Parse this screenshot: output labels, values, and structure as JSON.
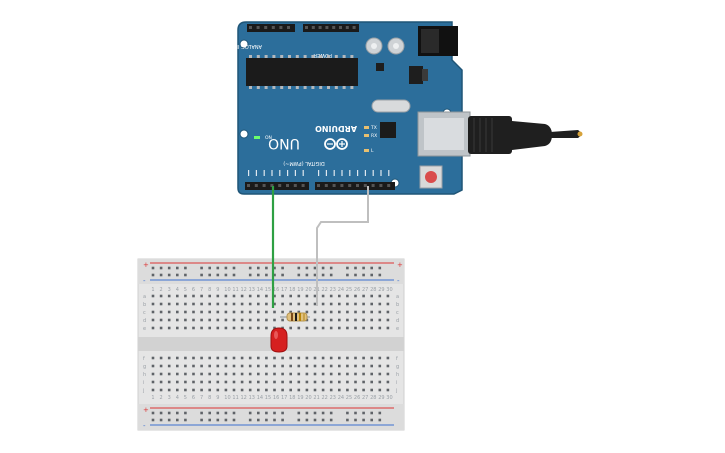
{
  "board": {
    "brand": "ARDUINO",
    "model": "UNO",
    "on_label": "ON",
    "power_header": "POWER",
    "analog_header": "ANALOG IN",
    "digital_header": "DIGITAL (PWM~)",
    "tx_label": "TX",
    "rx_label": "RX",
    "l_label": "L",
    "colors": {
      "pcb": "#2c6e9b",
      "pcb_edge": "#1f5577",
      "header": "#1a1a1a"
    }
  },
  "breadboard": {
    "top_rows": [
      "a",
      "b",
      "c",
      "d",
      "e"
    ],
    "bottom_rows": [
      "f",
      "g",
      "h",
      "i",
      "j"
    ],
    "columns": 30,
    "rail_plus": "+",
    "rail_minus": "-",
    "colors": {
      "body": "#e6e6e6",
      "rail_red": "#d33",
      "rail_blue": "#3b6fd0"
    }
  },
  "components": {
    "led": {
      "name": "LED",
      "color": "#d62020"
    },
    "resistor": {
      "name": "Resistor"
    },
    "wire_signal": {
      "color": "#2ea043"
    },
    "wire_ground": {
      "color": "#bfbfbf"
    },
    "usb_cable": {
      "color": "#1f1f1f"
    }
  }
}
